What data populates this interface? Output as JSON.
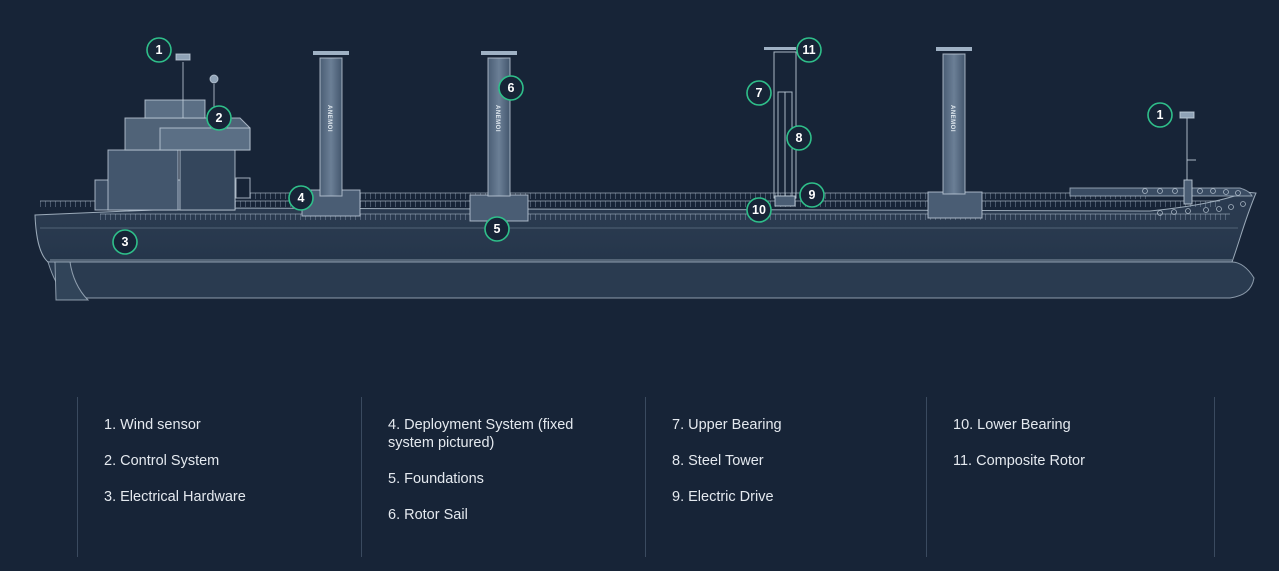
{
  "diagram": {
    "markers": [
      "1",
      "2",
      "3",
      "4",
      "5",
      "6",
      "7",
      "8",
      "9",
      "10",
      "11",
      "1"
    ],
    "rotor_brand": "ANEMOI",
    "accent_color": "#2fbf8a",
    "background_color": "#172437"
  },
  "legend": {
    "columns": [
      {
        "items": [
          "1. Wind sensor",
          "2. Control System",
          "3. Electrical Hardware"
        ]
      },
      {
        "items": [
          "4. Deployment System (fixed system pictured)",
          "5. Foundations",
          "6. Rotor Sail"
        ]
      },
      {
        "items": [
          "7. Upper Bearing",
          "8. Steel Tower",
          "9. Electric Drive"
        ]
      },
      {
        "items": [
          "10. Lower Bearing",
          "11. Composite Rotor"
        ]
      }
    ]
  }
}
